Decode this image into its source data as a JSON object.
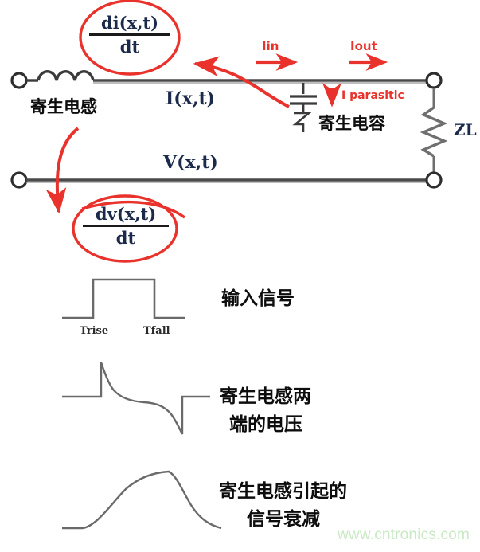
{
  "figure": {
    "title_alt": "Transmission line model with parasitic inductance and capacitance",
    "watermark": "www.cntronics.com",
    "colors": {
      "red": "#e8322b",
      "wire": "#3b3b3b",
      "math_text": "#1b2a4a",
      "cjk_text": "#0d0d0d",
      "watermark": "#c9e8c4",
      "background": "#ffffff"
    }
  },
  "circuit": {
    "current_label": "I(x,t)",
    "voltage_label": "V(x,t)",
    "inductor_label": "寄生电感",
    "capacitor_label": "寄生电容",
    "load_label": "ZL",
    "current_in": "Iin",
    "current_out": "Iout",
    "current_parasitic": "I parasitic"
  },
  "formulas": {
    "di_dt": {
      "numerator": "di(x,t)",
      "denominator": "dt"
    },
    "dv_dt": {
      "numerator": "dv(x,t)",
      "denominator": "dt"
    }
  },
  "waveforms": [
    {
      "id": "input-signal",
      "shape": "rectangular-pulse",
      "label": "输入信号",
      "tick_labels": [
        "Trise",
        "Tfall"
      ]
    },
    {
      "id": "inductor-voltage",
      "shape": "bipolar-spike",
      "label_line1": "寄生电感两",
      "label_line2": "端的电压",
      "tick_labels": []
    },
    {
      "id": "degraded-signal",
      "shape": "rounded-pulse",
      "label_line1": "寄生电感引起的",
      "label_line2": "信号衰减",
      "tick_labels": []
    }
  ]
}
